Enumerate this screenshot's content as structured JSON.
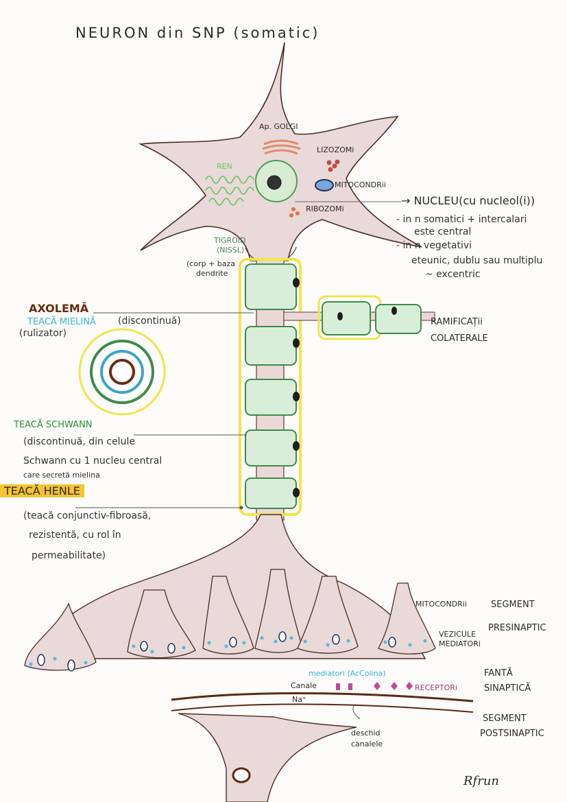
{
  "title": "NEURON din SNP (somatic)",
  "organelles": {
    "golgi": "Ap. GOLGI",
    "lizozomi": "LIZOZOMi",
    "ren": "REN",
    "mitocondrii": "MITOCONDRii",
    "ribozomi": "RIBOZOMi",
    "tigroid": "TIGROID",
    "nissl": "(NISSL)",
    "corp_line1": "(corp + baza",
    "corp_line2": "dendrite"
  },
  "nucleu": {
    "label": "→ NUCLEU(cu nucleol(i))",
    "line1": "- in n somatici + intercalari",
    "line2": "este central",
    "line3": "- in n vegetativi",
    "line4": "eteunic, dublu sau multiplu",
    "line5": "~ excentric"
  },
  "axolema": "AXOLEMĂ",
  "teaca_mielina": {
    "title": "TEACĂ MIELINĂ",
    "qualifier": "(discontinuă)",
    "note": "(rulizator)"
  },
  "ramificatii": {
    "line1": "RAMIFICAȚii",
    "line2": "COLATERALE"
  },
  "teaca_schwann": {
    "title": "TEACĂ SCHWANN",
    "line1": "(discontinuă, din celule",
    "line2": "Schwann cu 1 nucleu central",
    "line3": "care secretă mielina"
  },
  "teaca_henle": {
    "title": "TEACĂ HENLE",
    "line1": "(teacă conjunctiv-fibroasă,",
    "line2": "rezistentă, cu rol în",
    "line3": "permeabilitate)"
  },
  "synapse": {
    "mitocondrii": "MITOCONDRii",
    "vezicule_line1": "VEZICULE",
    "vezicule_line2": "MEDIATORi",
    "mediatori": "mediatori (AcColina)",
    "canale": "Canale",
    "na": "Na⁺",
    "receptori": "RECEPTORi",
    "deschid_line1": "deschid",
    "deschid_line2": "canalele"
  },
  "segments": {
    "presinaptic_line1": "SEGMENT",
    "presinaptic_line2": "PRESINAPTIC",
    "fanta_line1": "FANTĂ",
    "fanta_line2": "SINAPTICĂ",
    "post_line1": "SEGMENT",
    "post_line2": "POSTSINAPTIC"
  },
  "signature": "Rfrun",
  "colors": {
    "cytoplasm": "#e9d9d8",
    "outline": "#5a3a2c",
    "myelin": "#3f8a4a",
    "myelin_fill": "#d8eed8",
    "highlight_yellow": "#f1e64a",
    "cyan_label": "#35b3d6",
    "green_label": "#2e8b3e",
    "brown_label": "#6a2b10",
    "vesicle": "#5ab6e0",
    "receptor": "#c04a96",
    "henle_highlight": "#f5c430"
  }
}
